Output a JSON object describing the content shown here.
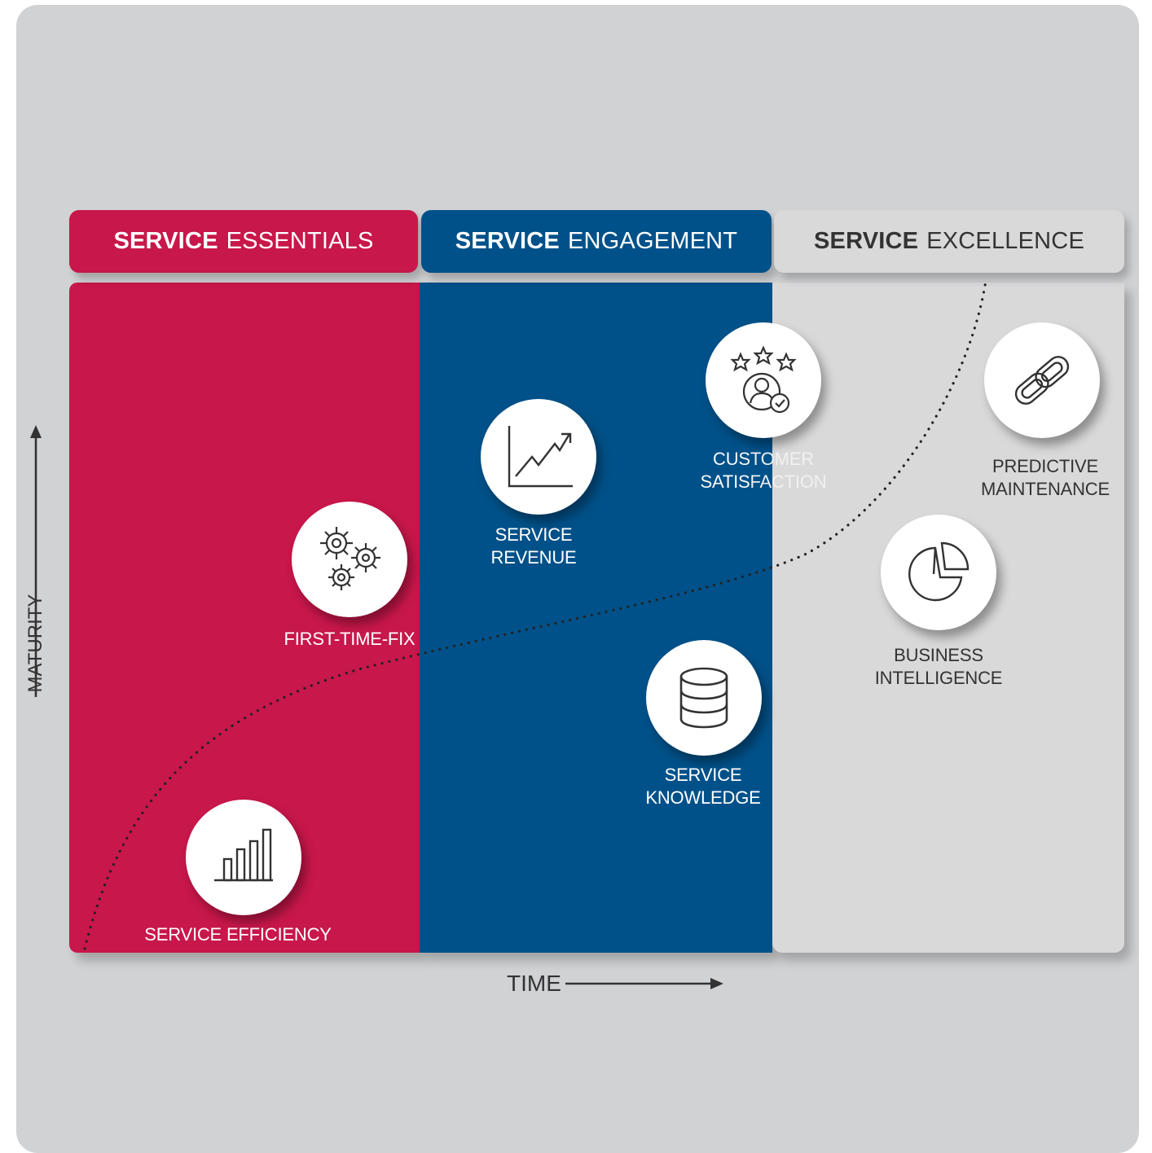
{
  "colors": {
    "essentials": "#c8174a",
    "engagement": "#005189",
    "excellence": "#d9d9da",
    "background": "#d1d2d4"
  },
  "stages": [
    {
      "bold": "SERVICE",
      "rest": "ESSENTIALS"
    },
    {
      "bold": "SERVICE",
      "rest": "ENGAGEMENT"
    },
    {
      "bold": "SERVICE",
      "rest": "EXCELLENCE"
    }
  ],
  "nodes": [
    {
      "label": "SERVICE EFFICIENCY",
      "icon": "bar-chart-icon"
    },
    {
      "label": "FIRST-TIME-FIX",
      "icon": "gears-icon"
    },
    {
      "label": "SERVICE\nREVENUE",
      "icon": "trend-up-icon"
    },
    {
      "label": "SERVICE\nKNOWLEDGE",
      "icon": "database-icon"
    },
    {
      "label": "CUSTOMER\nSATISFACTION",
      "icon": "rating-user-icon"
    },
    {
      "label": "PREDICTIVE\nMAINTENANCE",
      "icon": "chain-link-icon"
    },
    {
      "label": "BUSINESS\nINTELLIGENCE",
      "icon": "pie-chart-icon"
    }
  ],
  "axes": {
    "y": "MATURITY",
    "x": "TIME"
  }
}
